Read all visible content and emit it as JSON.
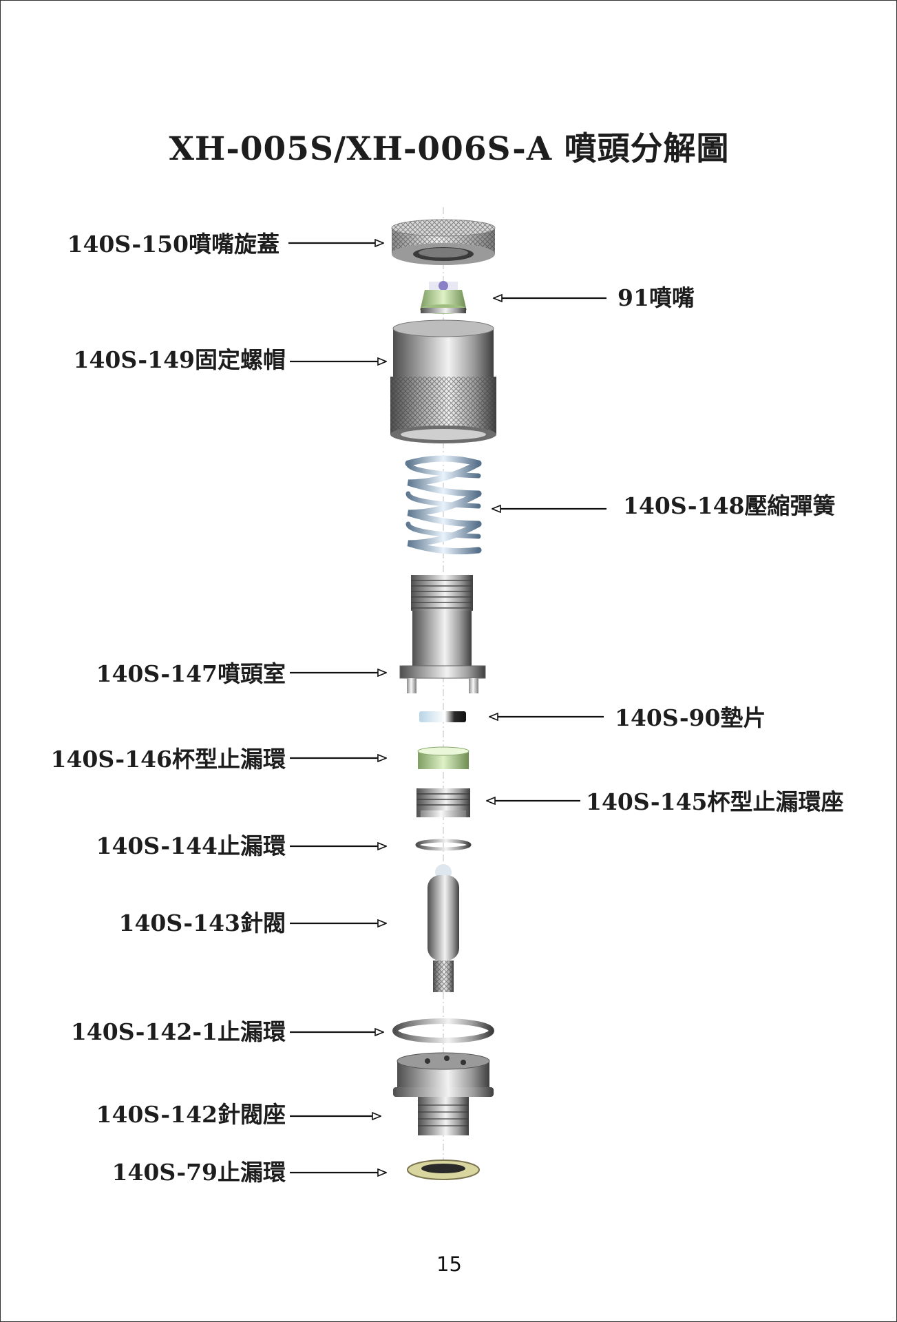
{
  "title": "XH-005S/XH-006S-A 噴頭分解圖",
  "page_number": "15",
  "parts": [
    {
      "label": "140S-150噴嘴旋蓋"
    },
    {
      "label": "91噴嘴"
    },
    {
      "label": "140S-149固定螺帽"
    },
    {
      "label": "140S-148壓縮彈簧"
    },
    {
      "label": "140S-147噴頭室"
    },
    {
      "label": "140S-90墊片"
    },
    {
      "label": "140S-146杯型止漏環"
    },
    {
      "label": "140S-145杯型止漏環座"
    },
    {
      "label": "140S-144止漏環"
    },
    {
      "label": "140S-143針閥"
    },
    {
      "label": "140S-142-1止漏環"
    },
    {
      "label": "140S-142針閥座"
    },
    {
      "label": "140S-79止漏環"
    }
  ],
  "colors": {
    "metal_light": "#e6e6e6",
    "metal_dark": "#5a5a5a",
    "spring": "#a9c4de",
    "green_part": "#b8d89a",
    "brass_ring": "#d9d6a0",
    "text": "#1d1d1d"
  }
}
